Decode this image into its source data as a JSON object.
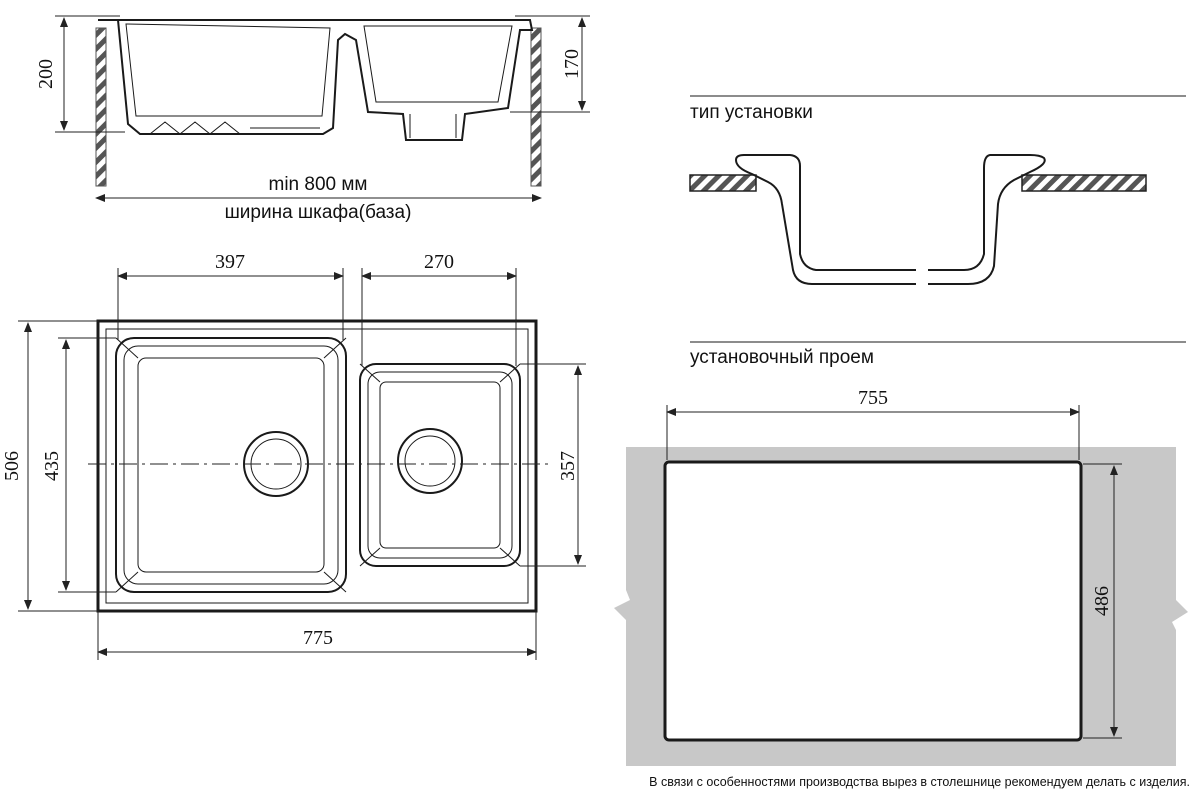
{
  "top_view": {
    "dim_200": "200",
    "dim_170": "170",
    "min_width": "min 800 мм",
    "cabinet_width": "ширина шкафа(база)"
  },
  "plan_view": {
    "dim_397": "397",
    "dim_270": "270",
    "dim_506": "506",
    "dim_435": "435",
    "dim_357": "357",
    "dim_775": "775"
  },
  "install_type": {
    "title": "тип установки"
  },
  "cutout": {
    "title": "установочный проем",
    "dim_755": "755",
    "dim_486": "486"
  },
  "footnote": "В связи с особенностями производства вырез в столешнице рекомендуем делать с изделия."
}
